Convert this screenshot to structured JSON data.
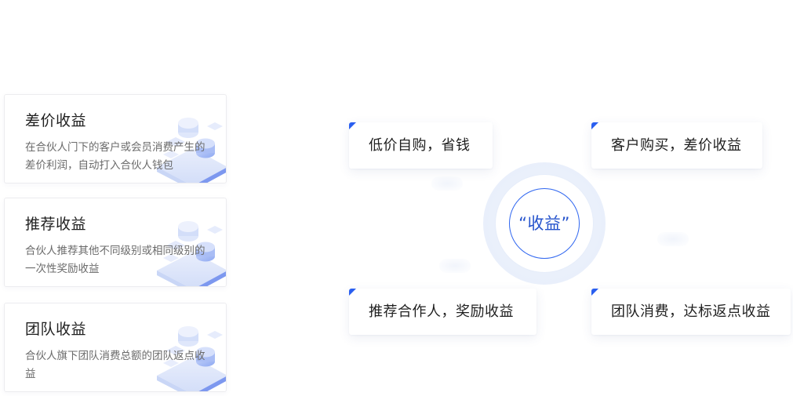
{
  "features": [
    {
      "title": "差价收益",
      "desc": "在合伙人门下的客户或会员消费产生的差价利润，自动打入合伙人钱包"
    },
    {
      "title": "推荐收益",
      "desc": "合伙人推荐其他不同级别或相同级别的一次性奖励收益"
    },
    {
      "title": "团队收益",
      "desc": "合伙人旗下团队消费总额的团队返点收益"
    }
  ],
  "diagram": {
    "center_label": "“收益”",
    "benefits": [
      {
        "label": "低价自购，省钱"
      },
      {
        "label": "客户购买，差价收益"
      },
      {
        "label": "推荐合作人，奖励收益"
      },
      {
        "label": "团队消费，达标返点收益"
      }
    ]
  },
  "colors": {
    "accent": "#2a5ff0",
    "center_text": "#2553cc",
    "title_text": "#1f1f1f",
    "desc_text": "#6b6b6b"
  },
  "icons": {
    "card_illustration": "isometric-data-stack-icon",
    "card_corner": "corner-triangle-icon"
  }
}
